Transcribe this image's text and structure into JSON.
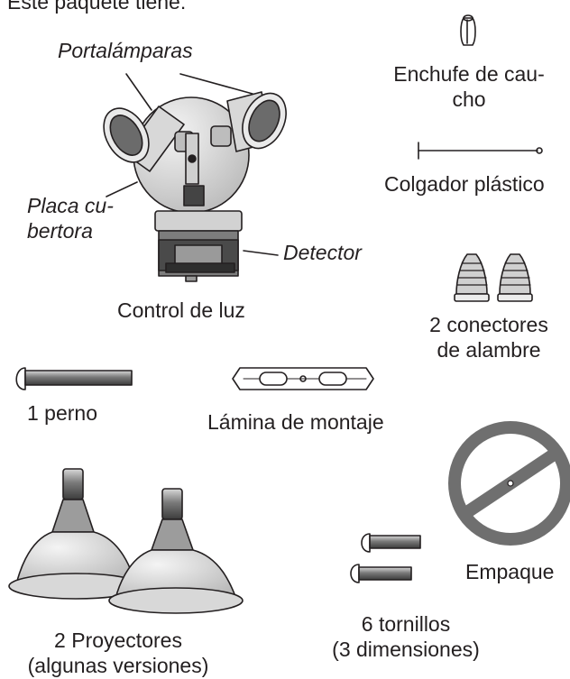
{
  "header": "Este paquete tiene:",
  "labels": {
    "portalamparas": "Portalámparas",
    "placa_line1": "Placa cu-",
    "placa_line2": "bertora",
    "detector": "Detector",
    "control": "Control de luz",
    "enchufe_line1": "Enchufe de cau-",
    "enchufe_line2": "cho",
    "colgador": "Colgador plástico",
    "conectores_line1": "2 conectores",
    "conectores_line2": "de alambre",
    "perno": "1 perno",
    "lamina": "Lámina de montaje",
    "proyectores_line1": "2 Proyectores",
    "proyectores_line2": "(algunas versiones)",
    "tornillos_line1": "6 tornillos",
    "tornillos_line2": "(3 dimensiones)",
    "empaque": "Empaque"
  },
  "colors": {
    "ink": "#231f20",
    "light_fill": "#e6e6e6",
    "mid_fill": "#8c8c8c",
    "dark_fill": "#555555"
  }
}
